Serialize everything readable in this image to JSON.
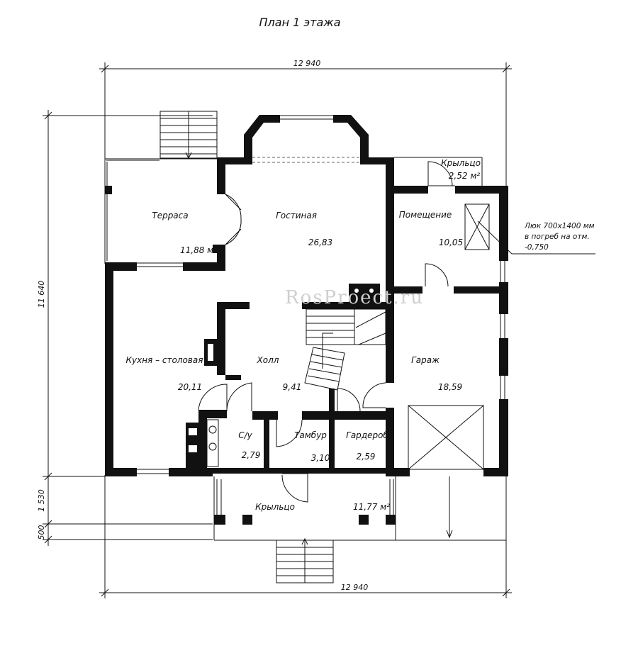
{
  "title": "План 1 этажа",
  "dimensions": {
    "top_width": "12 940",
    "bottom_width": "12 940",
    "left_height": "11 640",
    "porch_depth": "1 530",
    "step_depth": "500"
  },
  "rooms": {
    "terrace": {
      "name": "Терраса",
      "area": "11,88 м²"
    },
    "living": {
      "name": "Гостиная",
      "area": "26,83"
    },
    "room": {
      "name": "Помещение",
      "area": "10,05"
    },
    "porch_top": {
      "name": "Крыльцо",
      "area": "2,52 м²"
    },
    "kitchen": {
      "name": "Кухня – столовая",
      "area": "20,11"
    },
    "hall": {
      "name": "Холл",
      "area": "9,41"
    },
    "garage": {
      "name": "Гараж",
      "area": "18,59"
    },
    "wc": {
      "name": "С/у",
      "area": "2,79"
    },
    "vestibule": {
      "name": "Тамбур",
      "area": "3,10"
    },
    "wardrobe": {
      "name": "Гардероб",
      "area": "2,59"
    },
    "porch_bottom": {
      "name": "Крыльцо",
      "area": "11,77 м²"
    }
  },
  "hatch_note": {
    "line1": "Люк 700х1400 мм",
    "line2": "в погреб на отм.",
    "line3": "-0,750"
  },
  "watermark": "RosProect.ru"
}
